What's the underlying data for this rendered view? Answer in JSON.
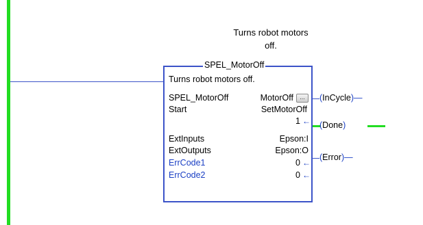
{
  "rung": {
    "comment_line1": "Turns robot motors",
    "comment_line2": "off."
  },
  "block": {
    "title": "SPEL_MotorOff",
    "description": "Turns robot motors off.",
    "rows": [
      {
        "name": "SPEL_MotorOff",
        "value": "MotorOff"
      },
      {
        "name": "Start",
        "value": "SetMotorOff"
      },
      {
        "name": "",
        "value": "1"
      },
      {
        "name": "ExtInputs",
        "value": "Epson:I"
      },
      {
        "name": "ExtOutputs",
        "value": "Epson:O"
      },
      {
        "name": "ErrCode1",
        "value": "0"
      },
      {
        "name": "ErrCode2",
        "value": "0"
      }
    ],
    "browse_label": "..."
  },
  "outputs": {
    "incycle": "InCycle",
    "done": "Done",
    "error": "Error"
  },
  "colors": {
    "rail": "#22dd22",
    "wire": "#3b53c8",
    "energized": "#22dd22"
  }
}
